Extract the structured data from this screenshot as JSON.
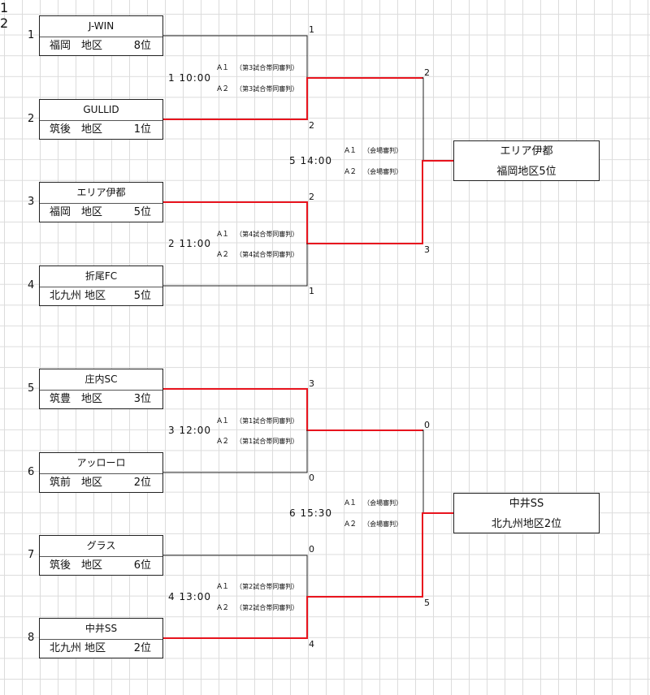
{
  "teams": [
    {
      "seed": "1",
      "name": "J-WIN",
      "region": "福岡　地区",
      "rank": "8位"
    },
    {
      "seed": "2",
      "name": "GULLID",
      "region": "筑後　地区",
      "rank": "1位"
    },
    {
      "seed": "3",
      "name": "エリア伊都",
      "region": "福岡　地区",
      "rank": "5位"
    },
    {
      "seed": "4",
      "name": "折尾FC",
      "region": "北九州 地区",
      "rank": "5位"
    },
    {
      "seed": "5",
      "name": "庄内SC",
      "region": "筑豊　地区",
      "rank": "3位"
    },
    {
      "seed": "6",
      "name": "アッローロ",
      "region": "筑前　地区",
      "rank": "2位"
    },
    {
      "seed": "7",
      "name": "グラス",
      "region": "筑後　地区",
      "rank": "6位"
    },
    {
      "seed": "8",
      "name": "中井SS",
      "region": "北九州 地区",
      "rank": "2位"
    }
  ],
  "first_round": [
    {
      "match": "1 10:00",
      "score_top": "1",
      "score_bottom": "2",
      "ref1": "A１",
      "ref1_note": "（第3試合帯同審判）",
      "ref2": "A２",
      "ref2_note": "（第3試合帯同審判）"
    },
    {
      "match": "2 11:00",
      "score_top": "2",
      "score_bottom": "1",
      "ref1": "A１",
      "ref1_note": "（第4試合帯同審判）",
      "ref2": "A２",
      "ref2_note": "（第4試合帯同審判）"
    },
    {
      "match": "3 12:00",
      "score_top": "3",
      "score_bottom": "0",
      "ref1": "A１",
      "ref1_note": "（第1試合帯同審判）",
      "ref2": "A２",
      "ref2_note": "（第1試合帯同審判）"
    },
    {
      "match": "4 13:00",
      "score_top": "0",
      "score_bottom": "4",
      "ref1": "A１",
      "ref1_note": "（第2試合帯同審判）",
      "ref2": "A２",
      "ref2_note": "（第2試合帯同審判）"
    }
  ],
  "second_round": [
    {
      "match": "5 14:00",
      "score_top": "2",
      "score_bottom": "3",
      "ref1": "A１",
      "ref1_note": "（会場審判）",
      "ref2": "A２",
      "ref2_note": "（会場審判）"
    },
    {
      "match": "6 15:30",
      "score_top": "0",
      "score_bottom": "5",
      "ref1": "A１",
      "ref1_note": "（会場審判）",
      "ref2": "A２",
      "ref2_note": "（会場審判）"
    }
  ],
  "results": [
    {
      "seed": "1",
      "name": "エリア伊都",
      "desc": "福岡地区5位"
    },
    {
      "seed": "2",
      "name": "中井SS",
      "desc": "北九州地区2位"
    }
  ],
  "colors": {
    "winner_line": "#e8141e",
    "line": "#222222"
  }
}
